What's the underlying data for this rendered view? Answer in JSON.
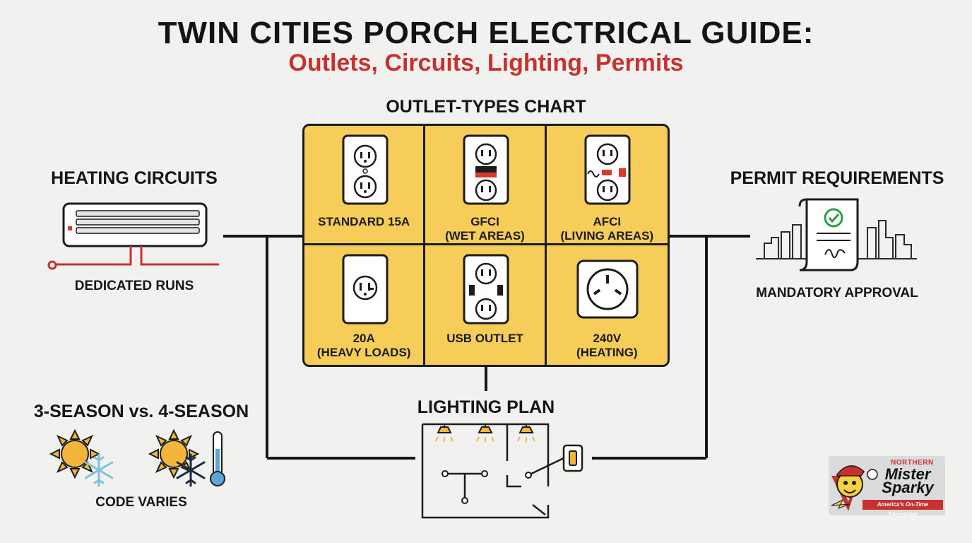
{
  "header": {
    "title": "TWIN CITIES PORCH ELECTRICAL GUIDE:",
    "subtitle": "Outlets, Circuits, Lighting, Permits"
  },
  "outlet_chart": {
    "title": "OUTLET-TYPES CHART",
    "cells": [
      {
        "line1": "STANDARD 15A",
        "line2": ""
      },
      {
        "line1": "GFCI",
        "line2": "(WET AREAS)"
      },
      {
        "line1": "AFCI",
        "line2": "(LIVING AREAS)"
      },
      {
        "line1": "20A",
        "line2": "(HEAVY LOADS)"
      },
      {
        "line1": "USB OUTLET",
        "line2": ""
      },
      {
        "line1": "240V",
        "line2": "(HEATING)"
      }
    ]
  },
  "heating": {
    "title": "HEATING CIRCUITS",
    "caption": "DEDICATED RUNS"
  },
  "permit": {
    "title": "PERMIT REQUIREMENTS",
    "caption": "MANDATORY APPROVAL"
  },
  "season": {
    "title": "3-SEASON vs. 4-SEASON",
    "caption": "CODE VARIES"
  },
  "lighting": {
    "title": "LIGHTING PLAN"
  },
  "logo": {
    "top": "NORTHERN",
    "name_line1": "Mister",
    "name_line2": "Sparky",
    "tagline": "America's On-Time Electrician"
  },
  "colors": {
    "background": "#f1f1ef",
    "accent_red": "#c8312d",
    "chart_yellow": "#f6cd58",
    "ink": "#141414"
  },
  "icons": [
    "heater-icon",
    "outlet-icon",
    "gfci-outlet-icon",
    "afci-outlet-icon",
    "usb-outlet-icon",
    "240v-outlet-icon",
    "permit-document-icon",
    "city-skyline-icon",
    "sun-icon",
    "snowflake-icon",
    "thermometer-icon",
    "light-switch-icon",
    "ceiling-light-icon",
    "mister-sparky-logo"
  ]
}
